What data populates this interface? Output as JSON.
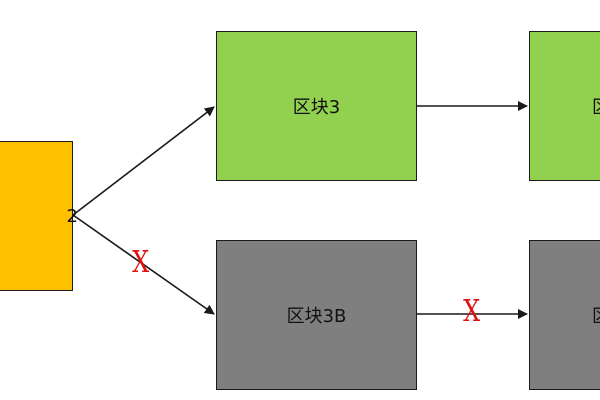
{
  "diagram": {
    "blocks": {
      "block_2": {
        "label": "2",
        "fill": "#ffc000"
      },
      "block_3": {
        "label": "区块3",
        "fill": "#92d050"
      },
      "block_3b": {
        "label": "区块3B",
        "fill": "#7f7f7f"
      },
      "block_4": {
        "label": "区",
        "fill": "#92d050"
      },
      "block_4b": {
        "label": "区",
        "fill": "#7f7f7f"
      }
    },
    "edges": [
      {
        "from": "block_2",
        "to": "block_3",
        "blocked": false
      },
      {
        "from": "block_2",
        "to": "block_3b",
        "blocked": true
      },
      {
        "from": "block_3",
        "to": "block_4",
        "blocked": false
      },
      {
        "from": "block_3b",
        "to": "block_4b",
        "blocked": true
      }
    ],
    "blocked_mark": "X",
    "colors": {
      "line": "#1a1a1a",
      "blocked_mark": "#e01010"
    }
  }
}
